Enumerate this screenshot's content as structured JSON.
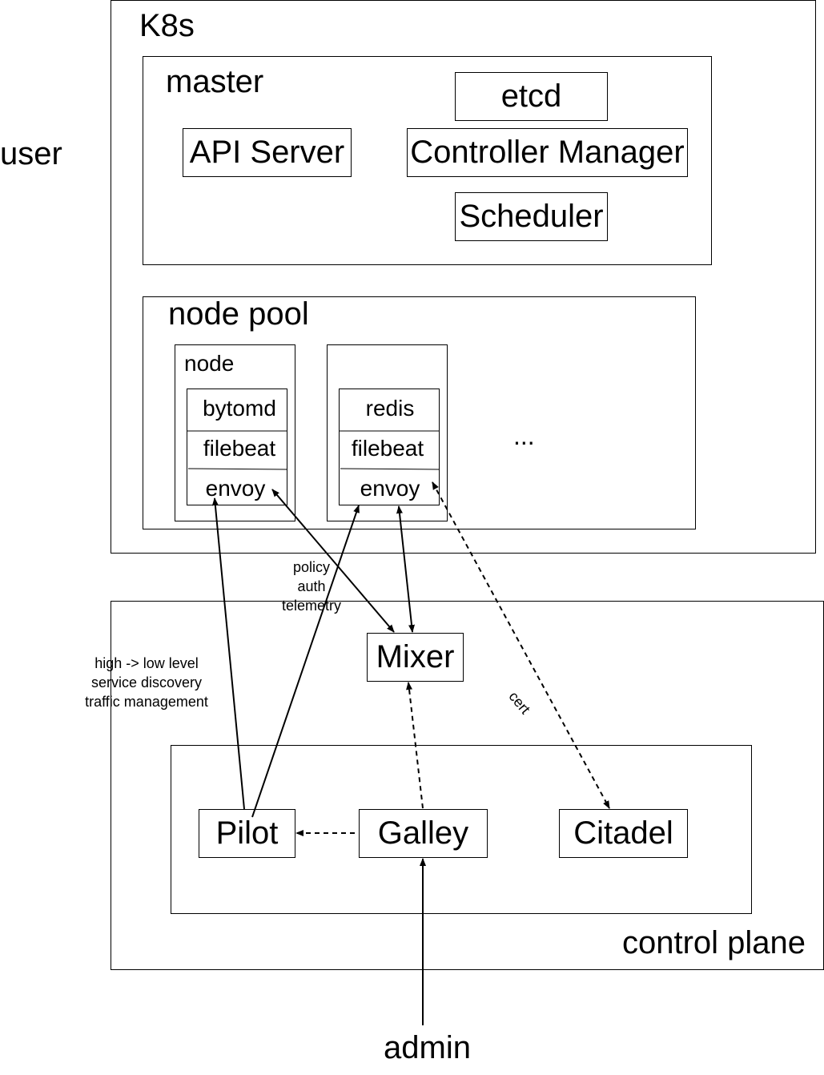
{
  "labels": {
    "user": "user",
    "k8s": "K8s",
    "master": "master",
    "etcd": "etcd",
    "api_server": "API Server",
    "controller_manager": "Controller Manager",
    "scheduler": "Scheduler",
    "node_pool": "node pool",
    "node": "node",
    "ellipsis": "...",
    "node1": {
      "app": "bytomd",
      "filebeat": "filebeat",
      "envoy": "envoy"
    },
    "node2": {
      "app": "redis",
      "filebeat": "filebeat",
      "envoy": "envoy"
    },
    "mixer": "Mixer",
    "pilot": "Pilot",
    "galley": "Galley",
    "citadel": "Citadel",
    "control_plane": "control plane",
    "admin": "admin"
  },
  "annotations": {
    "policy": [
      "policy",
      "auth",
      "telemetry"
    ],
    "pilot": [
      "high -> low level",
      "service discovery",
      "traffic management"
    ],
    "cert": "cert"
  }
}
